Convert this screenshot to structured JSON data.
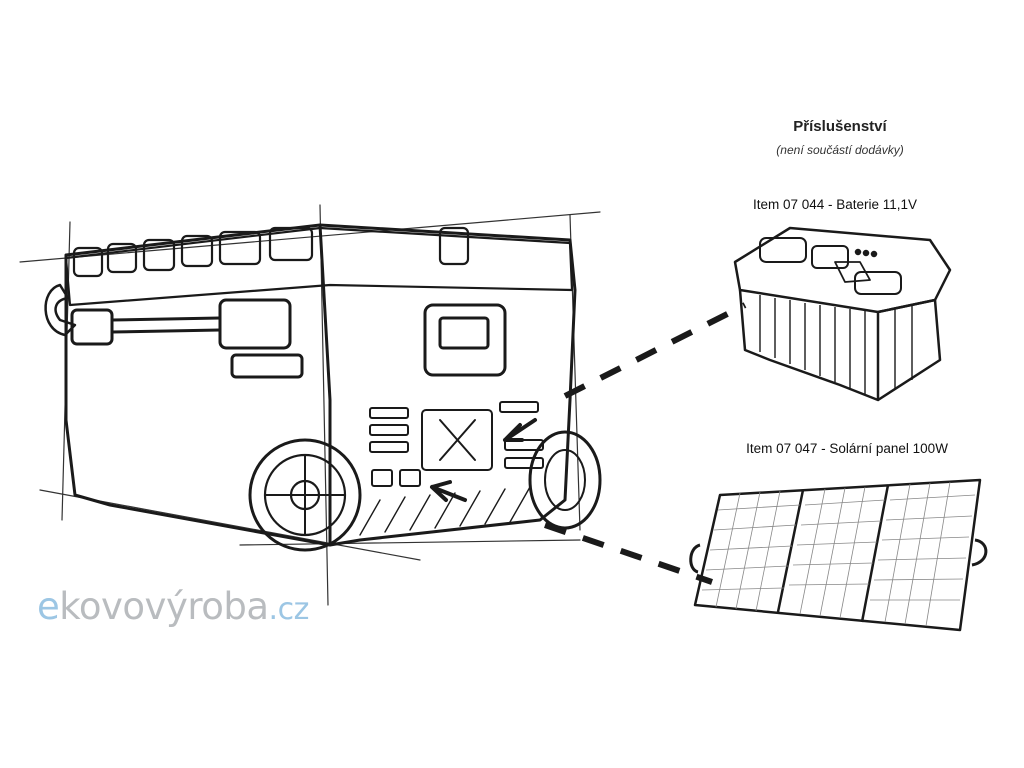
{
  "heading": "Příslušenství",
  "subheading": "(není součástí dodávky)",
  "accessories": [
    {
      "label": "Item 07 044 - Baterie 11,1V"
    },
    {
      "label": "Item 07 047 - Solární panel 100W"
    }
  ],
  "logo": {
    "prefix": "e",
    "main": "kovovýroba",
    "tld": ".cz"
  },
  "colors": {
    "line": "#1a1a1a",
    "logo_blue": "#9cc6e4",
    "logo_gray": "#b9bcbf"
  }
}
